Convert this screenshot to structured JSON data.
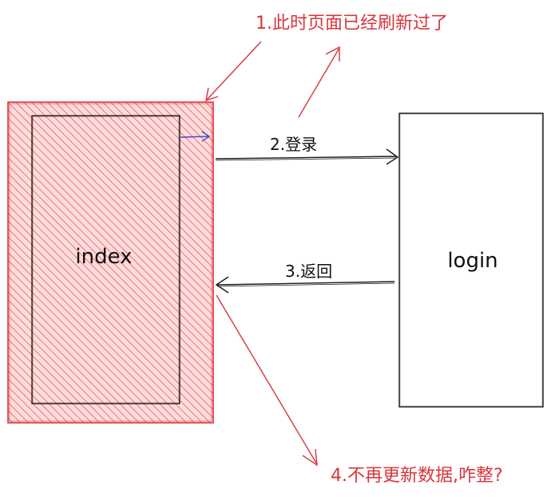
{
  "boxes": {
    "index": {
      "label": "index"
    },
    "login": {
      "label": "login"
    }
  },
  "steps": {
    "step1": "1.此时页面已经刷新过了",
    "step2": "2.登录",
    "step3": "3.返回",
    "step4": "4.不再更新数据,咋整?"
  },
  "colors": {
    "red": "#d9343b",
    "hatch": "#e84a4a",
    "fill": "#ffd6d6",
    "ink": "#111111",
    "blue": "#3c47c9"
  }
}
